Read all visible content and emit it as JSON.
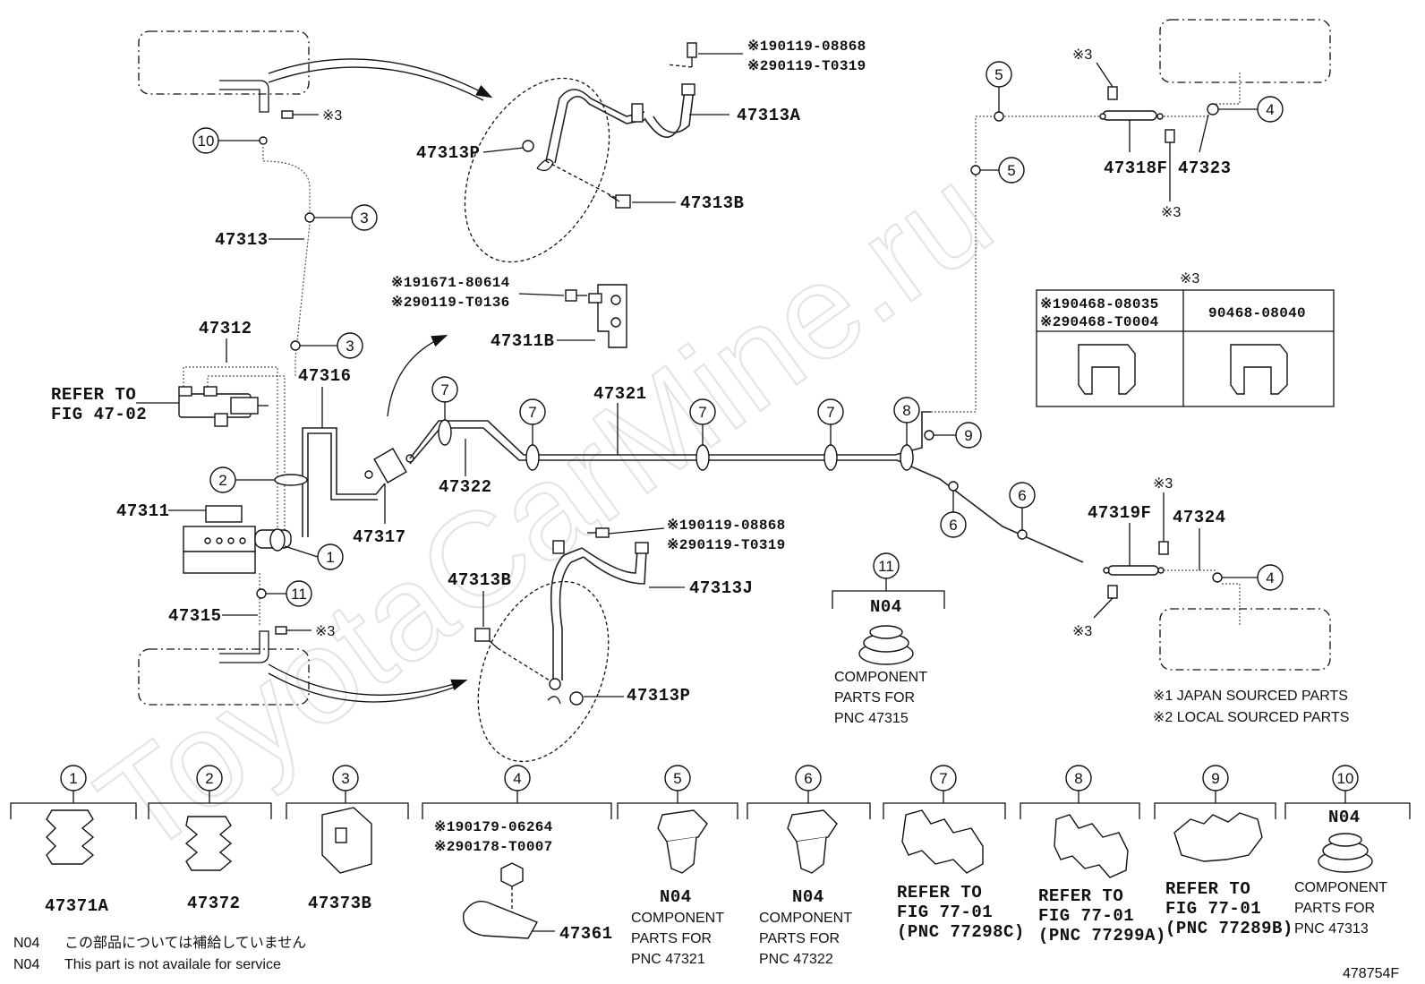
{
  "watermark": "ToyotaCarMine.ru",
  "figure_id": "478754F",
  "part_labels": {
    "p47313": "47313",
    "p47312": "47312",
    "p47316": "47316",
    "p47311": "47311",
    "p47315": "47315",
    "p47317": "47317",
    "p47322": "47322",
    "p47321": "47321",
    "p47313A": "47313A",
    "p47313P_top": "47313P",
    "p47313B_top": "47313B",
    "p47311B": "47311B",
    "p47313B_bot": "47313B",
    "p47313J": "47313J",
    "p47313P_bot": "47313P",
    "p47318F": "47318F",
    "p47323": "47323",
    "p47319F": "47319F",
    "p47324": "47324"
  },
  "refer_fig": {
    "line1": "REFER TO",
    "line2": "FIG 47-02"
  },
  "bolt_refs": {
    "top_1": "※190119-08868",
    "top_2": "※290119-T0319",
    "mid_1": "※191671-80614",
    "mid_2": "※290119-T0136",
    "bot_1": "※190119-08868",
    "bot_2": "※290119-T0319"
  },
  "clip_note": "※3",
  "clip_table": {
    "header_note": "※3",
    "col1_line1": "※190468-08035",
    "col1_line2": "※290468-T0004",
    "col2": "90468-08040"
  },
  "source_notes": {
    "japan": "※1 JAPAN SOURCED PARTS",
    "local": "※2 LOCAL SOURCED PARTS"
  },
  "callouts": [
    "1",
    "2",
    "3",
    "4",
    "5",
    "6",
    "7",
    "8",
    "9",
    "10",
    "11"
  ],
  "grommet_11": {
    "num": "11",
    "code": "N04",
    "line1": "COMPONENT",
    "line2": "PARTS FOR",
    "line3": "PNC 47315"
  },
  "legend": [
    {
      "num": "1",
      "label": "47371A"
    },
    {
      "num": "2",
      "label": "47372"
    },
    {
      "num": "3",
      "label": "47373B"
    },
    {
      "num": "4",
      "ref1": "※190179-06264",
      "ref2": "※290178-T0007",
      "label": "47361"
    },
    {
      "num": "5",
      "code": "N04",
      "line1": "COMPONENT",
      "line2": "PARTS FOR",
      "line3": "PNC 47321"
    },
    {
      "num": "6",
      "code": "N04",
      "line1": "COMPONENT",
      "line2": "PARTS FOR",
      "line3": "PNC 47322"
    },
    {
      "num": "7",
      "line1": "REFER TO",
      "line2": "FIG 77-01",
      "line3": "(PNC 77298C)"
    },
    {
      "num": "8",
      "line1": "REFER TO",
      "line2": "FIG 77-01",
      "line3": "(PNC 77299A)"
    },
    {
      "num": "9",
      "line1": "REFER TO",
      "line2": "FIG 77-01",
      "line3": "(PNC 77289B)"
    },
    {
      "num": "10",
      "code": "N04",
      "line1": "COMPONENT",
      "line2": "PARTS FOR",
      "line3": "PNC 47313"
    }
  ],
  "footnotes": [
    {
      "code": "N04",
      "text": "この部品については補給していません"
    },
    {
      "code": "N04",
      "text": "This part is not availale for service"
    }
  ]
}
